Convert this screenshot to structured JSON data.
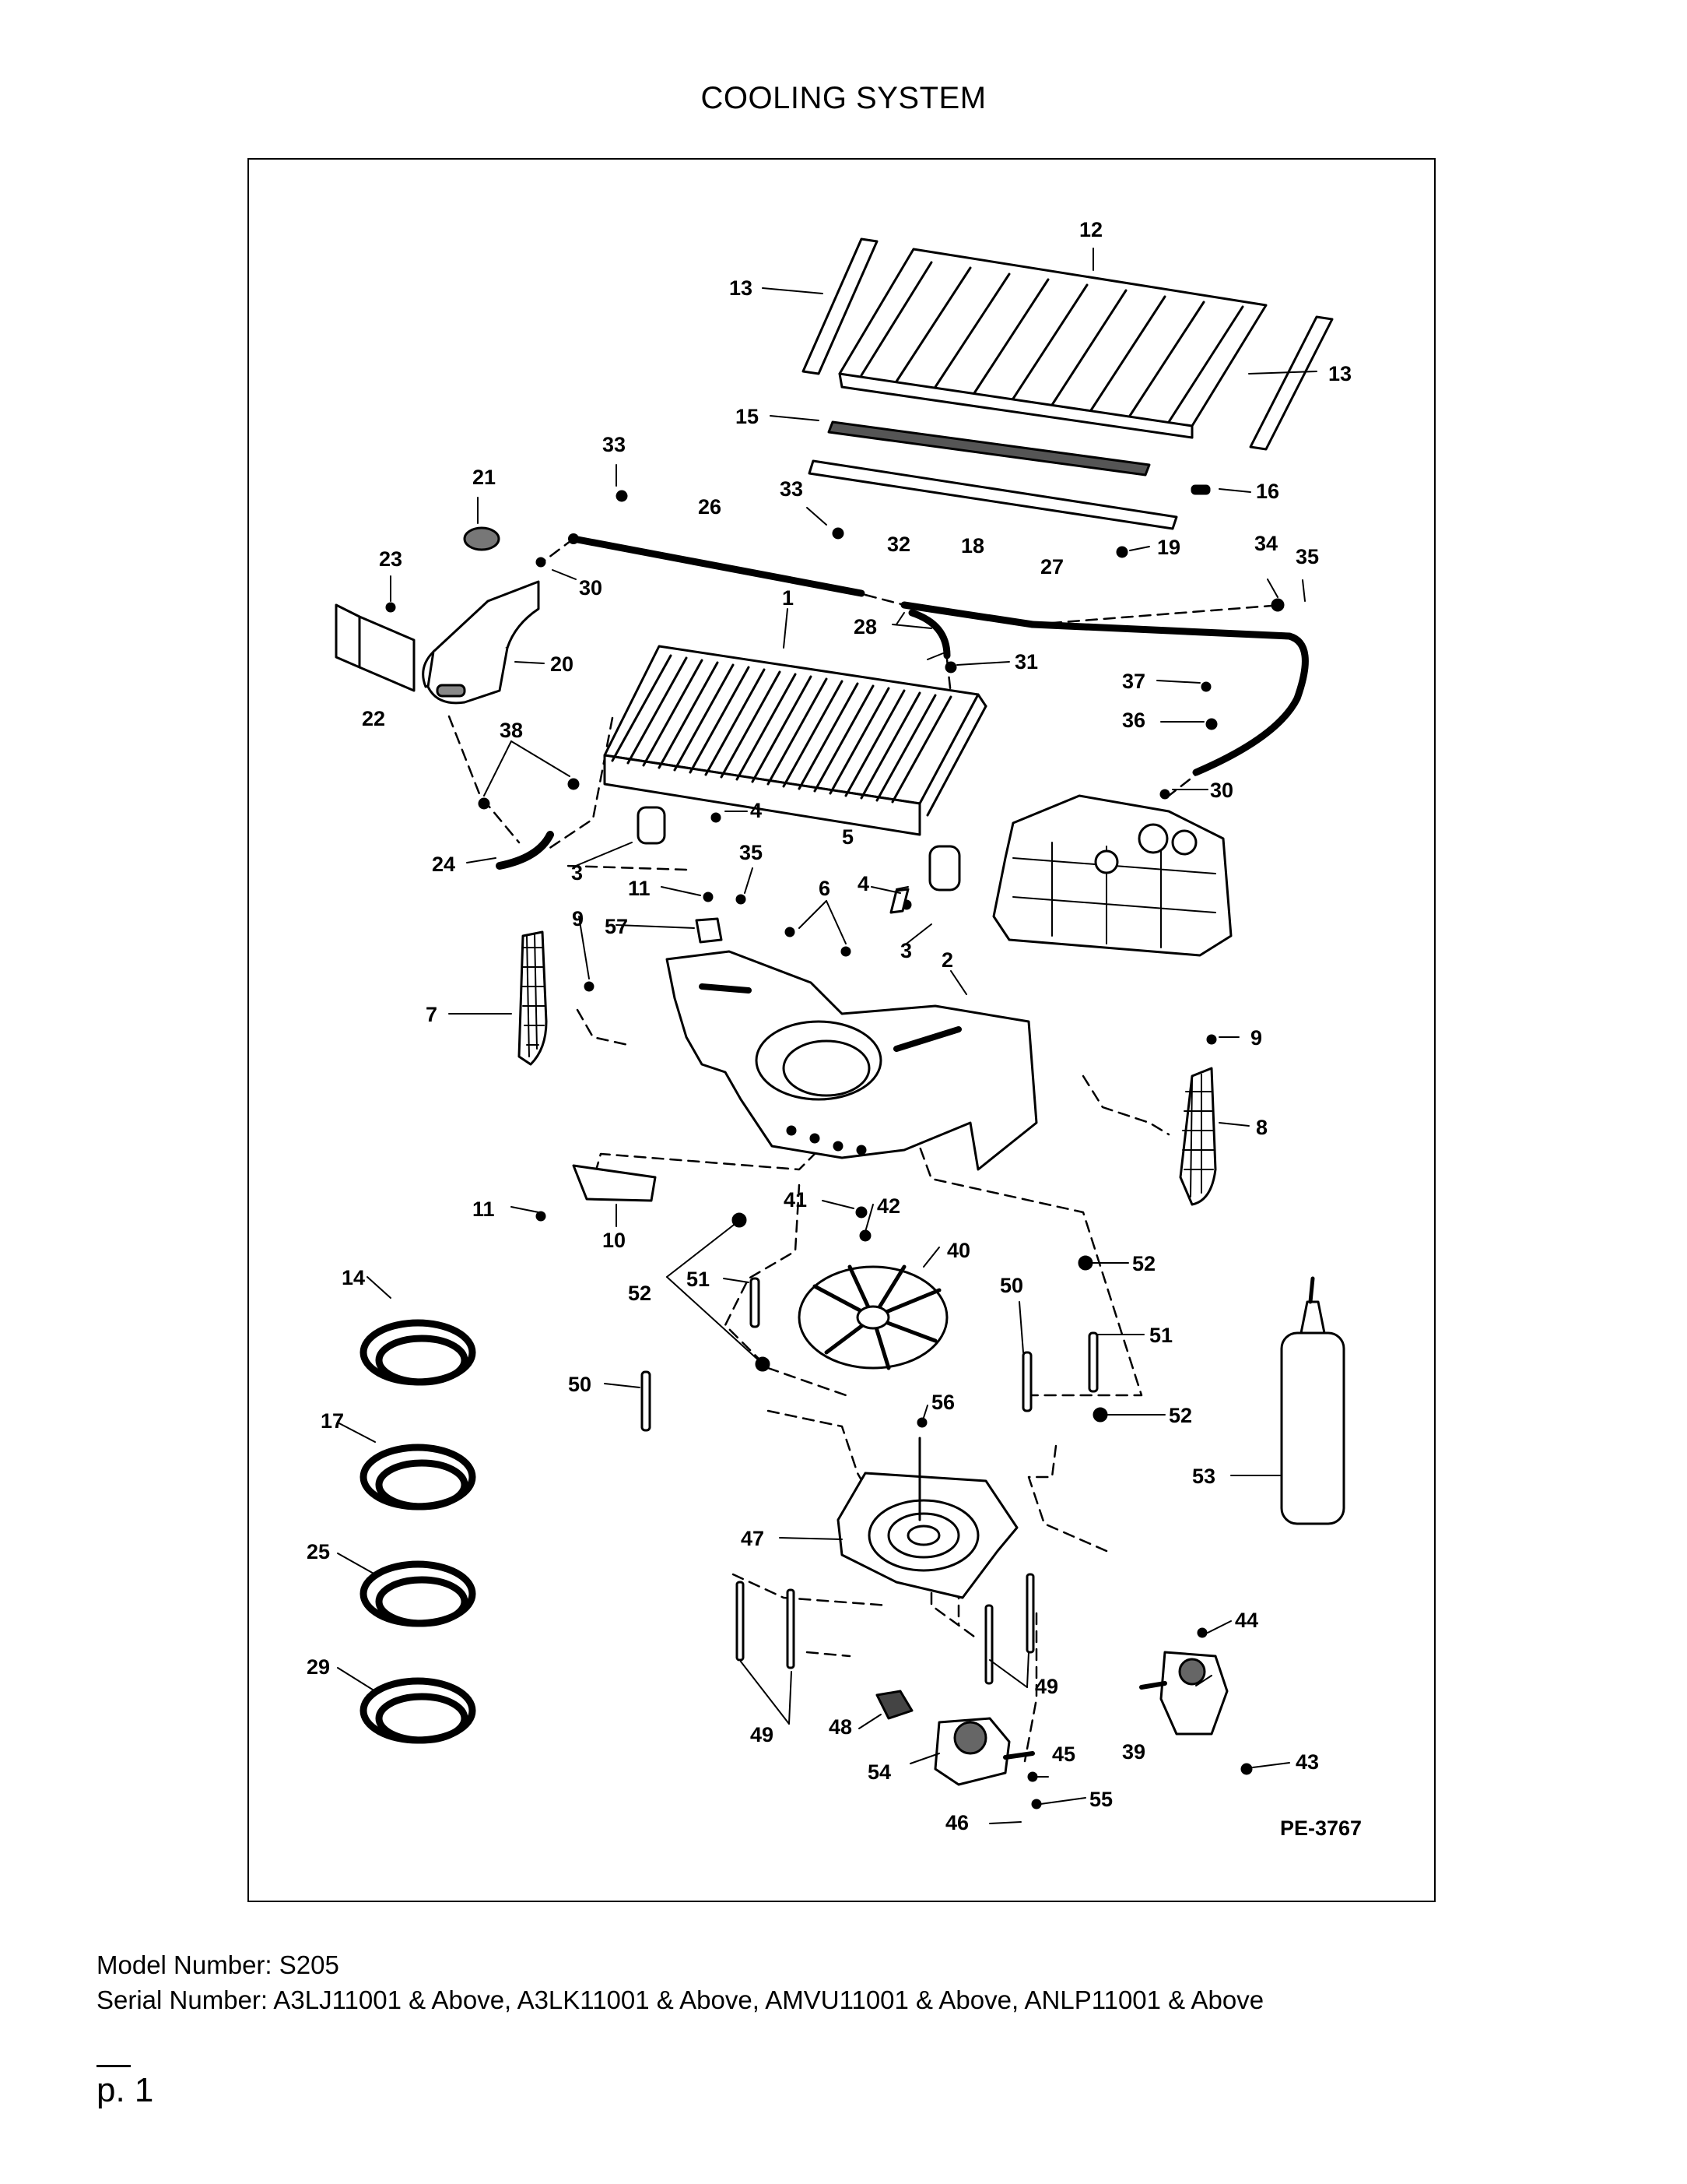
{
  "page_title": "COOLING SYSTEM",
  "drawing_number": "PE-3767",
  "callouts": [
    "1",
    "2",
    "3",
    "4",
    "5",
    "6",
    "7",
    "8",
    "9",
    "10",
    "11",
    "12",
    "13",
    "14",
    "15",
    "16",
    "17",
    "18",
    "19",
    "20",
    "21",
    "22",
    "23",
    "24",
    "25",
    "26",
    "27",
    "28",
    "29",
    "30",
    "31",
    "32",
    "33",
    "34",
    "35",
    "36",
    "37",
    "38",
    "39",
    "40",
    "41",
    "42",
    "43",
    "44",
    "45",
    "46",
    "47",
    "48",
    "49",
    "50",
    "51",
    "52",
    "53",
    "54",
    "55",
    "56",
    "57"
  ],
  "footer": {
    "model_line": "Model Number: S205",
    "serial_line": "Serial Number: A3LJ11001 & Above, A3LK11001 & Above, AMVU11001 & Above, ANLP11001 & Above",
    "page_label": "p. 1"
  }
}
